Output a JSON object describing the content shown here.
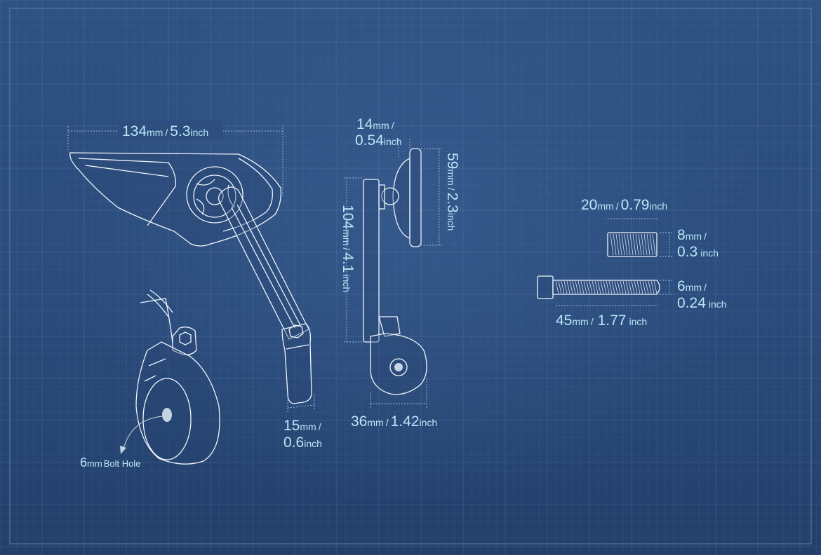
{
  "dimensions": {
    "length": {
      "value": "134",
      "unit": "mm",
      "sep": "/",
      "value2": "5.3",
      "unit2": "inch"
    },
    "depth": {
      "value": "14",
      "unit": "mm",
      "sep": "/",
      "value2": "0.54",
      "unit2": "inch"
    },
    "mirror_height": {
      "value": "59",
      "unit": "mm",
      "sep": "/",
      "value2": "2.3",
      "unit2": "inch"
    },
    "arm_height": {
      "value": "104",
      "unit": "mm",
      "sep": "/",
      "value2": "4.1",
      "unit2": "inch"
    },
    "arm_width": {
      "value": "15",
      "unit": "mm",
      "sep": "/",
      "value2": "0.6",
      "unit2": "inch"
    },
    "clamp_width": {
      "value": "36",
      "unit": "mm",
      "sep": "/",
      "value2": "1.42",
      "unit2": "inch"
    },
    "spacer_length": {
      "value": "20",
      "unit": "mm",
      "sep": "/",
      "value2": "0.79",
      "unit2": "inch"
    },
    "spacer_diameter": {
      "value": "8",
      "unit": "mm",
      "sep": "/",
      "value2": "0.3",
      "unit2": "inch"
    },
    "bolt_diameter": {
      "value": "6",
      "unit": "mm",
      "sep": "/",
      "value2": "0.24",
      "unit2": "inch"
    },
    "bolt_length": {
      "value": "45",
      "unit": "mm",
      "sep": "/",
      "value2": "1.77",
      "unit2": "inch"
    }
  },
  "callout": {
    "value": "6",
    "unit": "mm",
    "text": "Bolt Hole"
  },
  "colors": {
    "background": "#2a4b7b",
    "line": "#eef5fb",
    "label": "#b9e6f5",
    "dim": "#9fb9d6"
  }
}
